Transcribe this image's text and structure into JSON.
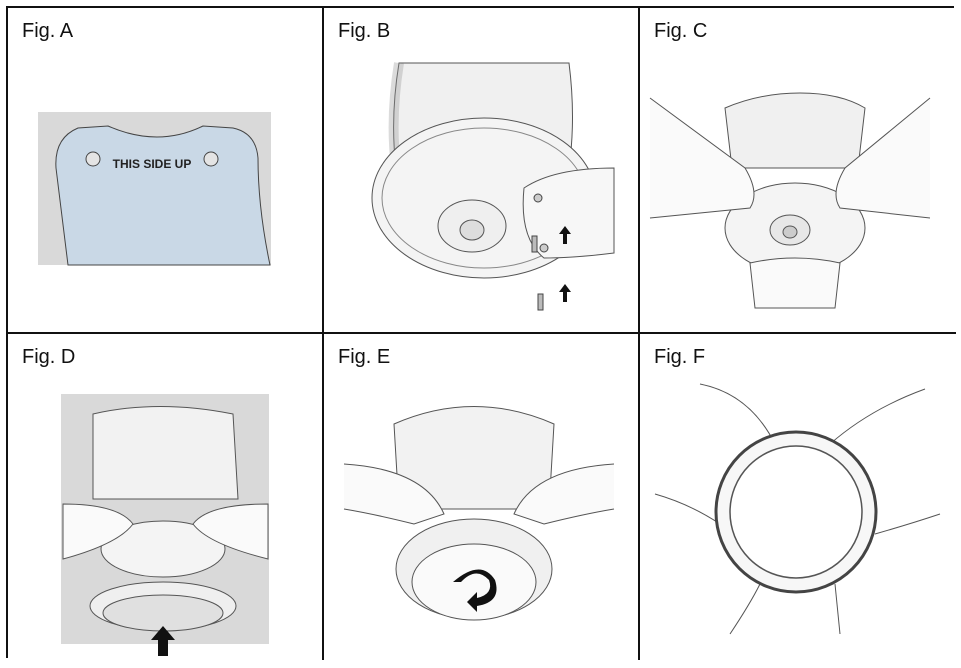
{
  "figures": [
    {
      "label": "Fig. A",
      "blade_text": "THIS SIDE UP"
    },
    {
      "label": "Fig. B"
    },
    {
      "label": "Fig. C"
    },
    {
      "label": "Fig. D"
    },
    {
      "label": "Fig. E"
    },
    {
      "label": "Fig. F"
    }
  ],
  "colors": {
    "blade_fill": "#c9d8e6",
    "panel_bg": "#d9d9d9",
    "line": "#555555"
  }
}
